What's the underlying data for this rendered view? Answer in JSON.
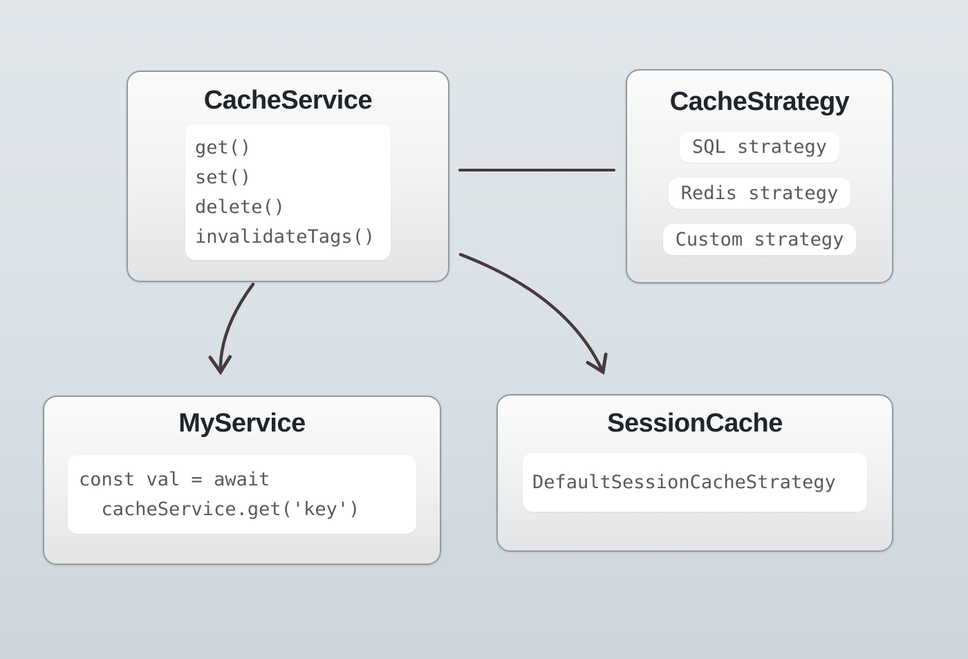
{
  "colors": {
    "background_top": "#e1e7eb",
    "background_bottom": "#ccd6db",
    "node_border": "#909aa0",
    "node_fill_top": "#fbfbfb",
    "node_fill_bottom": "#e3e4e6",
    "panel_fill": "#ffffff",
    "title_text": "#20242b",
    "code_text": "#565a5f",
    "arrow": "#473a3d"
  },
  "nodes": {
    "cache_service": {
      "title": "CacheService",
      "methods": [
        "get()",
        "set()",
        "delete()",
        "invalidateTags()"
      ]
    },
    "cache_strategy": {
      "title": "CacheStrategy",
      "strategies": [
        "SQL strategy",
        "Redis strategy",
        "Custom strategy"
      ]
    },
    "my_service": {
      "title": "MyService",
      "code_lines": [
        "const val = await",
        "  cacheService.get('key')"
      ]
    },
    "session_cache": {
      "title": "SessionCache",
      "code": "DefaultSessionCacheStrategy"
    }
  },
  "edges": [
    {
      "from": "CacheService",
      "to": "CacheStrategy",
      "style": "line",
      "arrowhead": false
    },
    {
      "from": "CacheService",
      "to": "MyService",
      "style": "curve",
      "arrowhead": true
    },
    {
      "from": "CacheService",
      "to": "SessionCache",
      "style": "curve",
      "arrowhead": true
    }
  ]
}
